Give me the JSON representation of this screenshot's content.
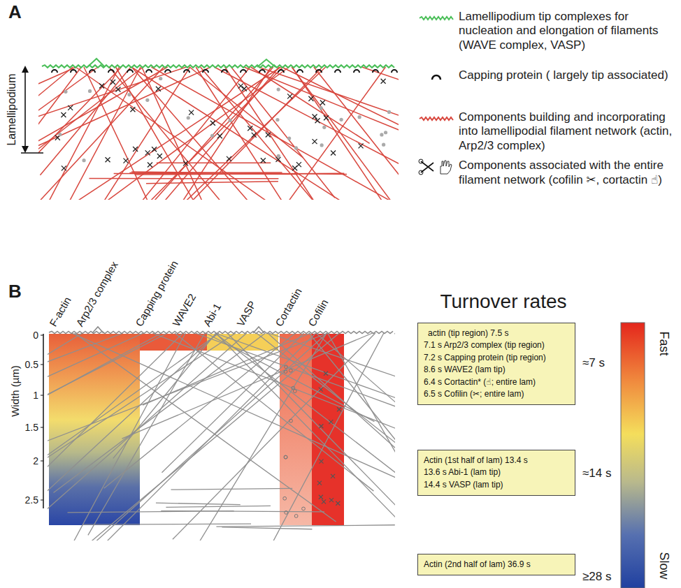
{
  "diagram": {
    "nodes": [
      {
        "text": [
          "actin (tip region) 7.5 s",
          "7.1 s  Arp2/3 complex (tip region)",
          "7.2 s  Capping protein (tip region)",
          "8.6 s  WAVE2 (lam tip)",
          "6.4 s  Cortactin* (☝; entire lam)",
          "6.5 s  Cofilin (✂; entire lam)"
        ]
      },
      {
        "text": [
          "Actin (1st half of lam) 13.4 s",
          "13.6 s  Abi-1 (lam tip)",
          "14.4 s  VASP (lam tip)"
        ]
      },
      {
        "text": [
          "Actin (2nd half of lam) 36.9 s"
        ]
      }
    ],
    "edges": [],
    "labels": [
      "A",
      "Lamellipodium",
      "B",
      "F-actin",
      "Arp2/3 complex",
      "Capping protein",
      "WAVE2",
      "Abi-1",
      "VASP",
      "Cortactin",
      "Cofilin",
      "Width (µm)",
      "0",
      "0.5",
      "1",
      "1.5",
      "2",
      "2.5",
      "Turnover rates",
      "≈7 s",
      "≈14 s",
      "≥28 s",
      "Fast",
      "Slow"
    ],
    "legend": [
      {
        "text": "Lamellipodium tip complexes for nucleation and elongation of filaments (WAVE complex, VASP)"
      },
      {
        "text": "Capping protein ( largely tip associated)"
      },
      {
        "text": "Components building and incorporating into lamellipodial filament network (actin, Arp2/3 complex)"
      },
      {
        "text": "Components associated with the entire filament network (cofilin ✂, cortactin ☝)"
      }
    ]
  }
}
